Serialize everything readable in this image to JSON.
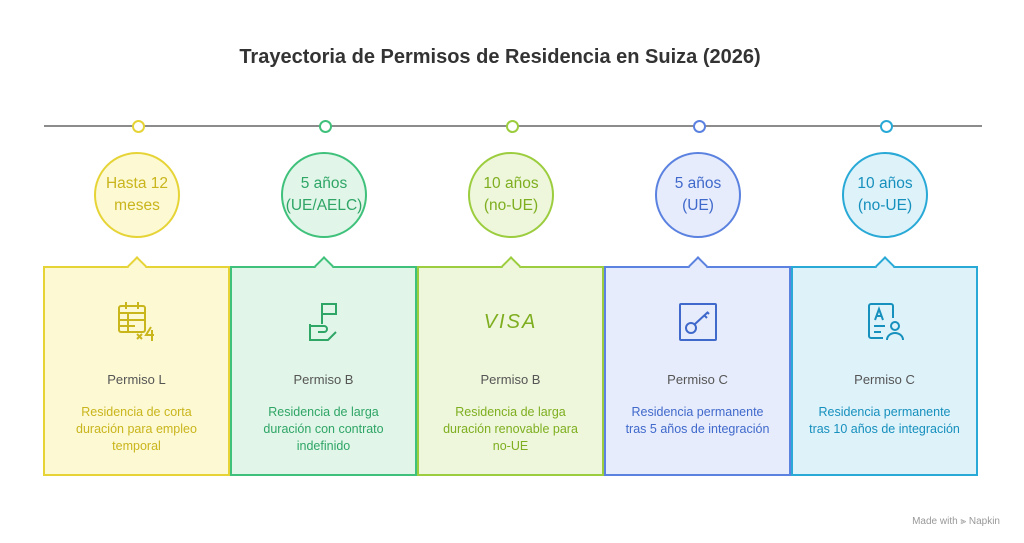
{
  "title": "Trayectoria de Permisos de Residencia en Suiza (2026)",
  "steps": [
    {
      "duration": "Hasta 12 meses",
      "permit": "Permiso L",
      "description": "Residencia de corta duración para empleo temporal",
      "icon": "calendar-x4-icon",
      "color": "#e6d437"
    },
    {
      "duration": "5 años (UE/AELC)",
      "permit": "Permiso B",
      "description": "Residencia de larga duración con contrato indefinido",
      "icon": "hand-flag-icon",
      "color": "#3fc17b"
    },
    {
      "duration": "10 años (no-UE)",
      "permit": "Permiso B",
      "description": "Residencia de larga duración renovable para no-UE",
      "icon": "visa-icon",
      "icon_text": "VISA",
      "color": "#9ccd3e"
    },
    {
      "duration": "5 años (UE)",
      "permit": "Permiso C",
      "description": "Residencia permanente tras 5 años de integración",
      "icon": "key-card-icon",
      "color": "#5b82e0"
    },
    {
      "duration": "10 años (no-UE)",
      "permit": "Permiso C",
      "description": "Residencia permanente tras 10 años de integración",
      "icon": "id-person-icon",
      "color": "#29a9d6"
    }
  ],
  "footer": "Made with ⫸ Napkin"
}
